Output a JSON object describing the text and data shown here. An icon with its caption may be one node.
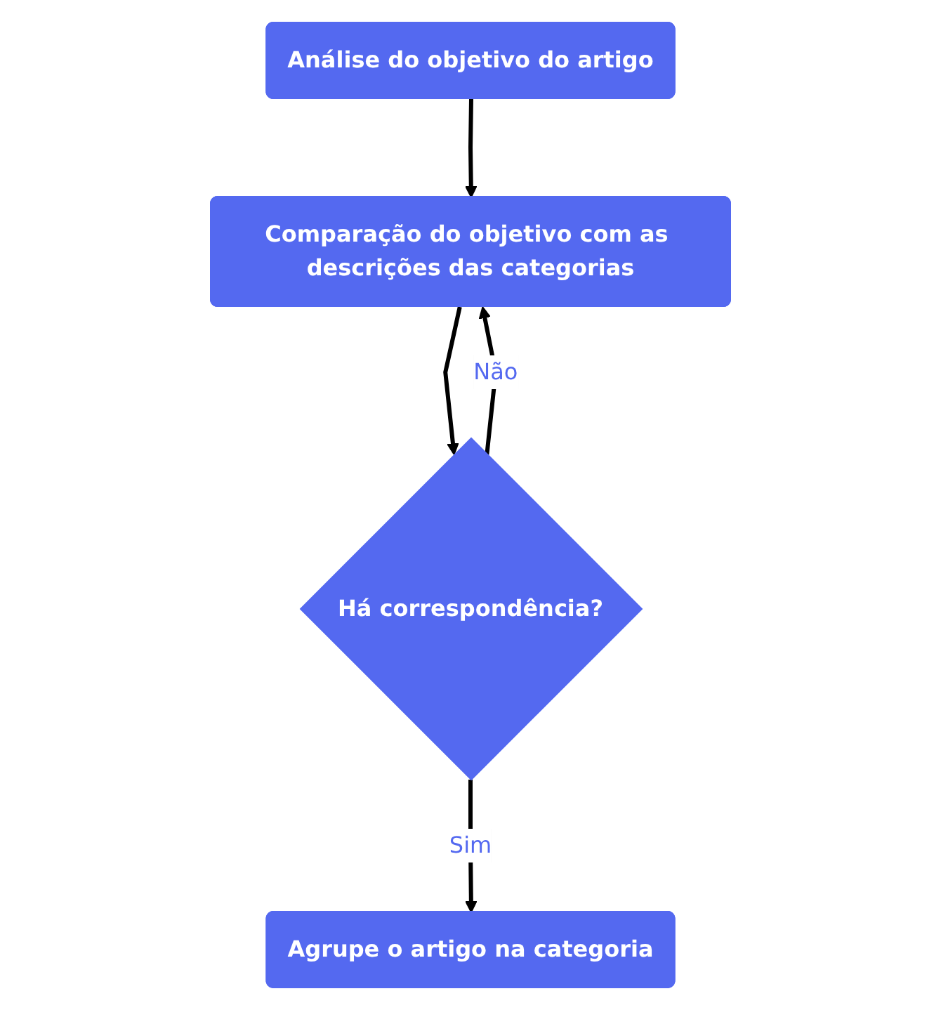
{
  "diagram": {
    "nodes": [
      {
        "text": [
          "Análise do objetivo do artigo"
        ]
      },
      {
        "text": [
          "Comparação do objetivo com as descrições das categorias"
        ]
      },
      {
        "text": [
          "Há correspondência?"
        ]
      },
      {
        "text": [
          "Agrupe o artigo na categoria"
        ]
      }
    ],
    "edges": [
      {
        "from": 0,
        "to": 1,
        "arrow": "to"
      },
      {
        "from": 1,
        "to": 2,
        "arrow": "to"
      },
      {
        "from": 2,
        "to": 3,
        "arrow": "to",
        "label": "Sim"
      },
      {
        "from": 2,
        "to": 1,
        "arrow": "to",
        "label": "Não"
      }
    ]
  }
}
